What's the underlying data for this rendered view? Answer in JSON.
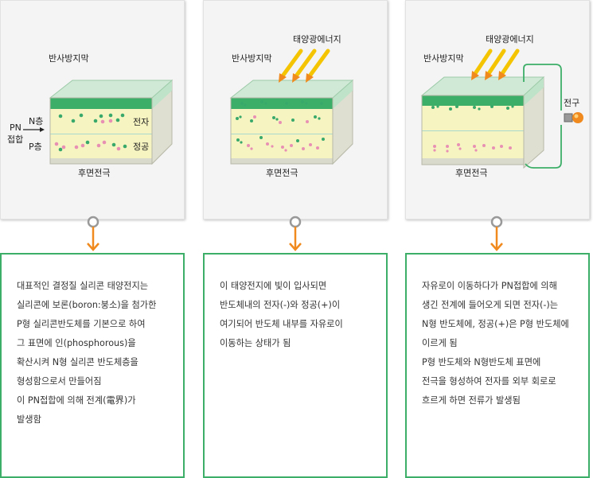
{
  "panels": [
    {
      "ar_coating": "반사방지막",
      "back_electrode": "후면전극",
      "pn_label_line1": "PN",
      "pn_label_line2": "접합",
      "n_layer": "N층",
      "p_layer": "P층",
      "electron": "전자",
      "hole": "정공",
      "description": [
        "대표적인 결정질 실리콘 태양전지는",
        "실리콘에 보론(boron:붕소)을 첨가한",
        "P형 실리콘반도체를 기본으로 하여",
        "그 표면에 인(phosphorous)을",
        "확산시켜 N형 실리콘 반도체층을",
        "형성함으로서 만들어짐",
        "이 PN접합에 의해 전계(電界)가",
        "발생함"
      ]
    },
    {
      "solar_energy": "태양광에너지",
      "ar_coating": "반사방지막",
      "back_electrode": "후면전극",
      "description": [
        "이 태양전지에 빛이 입사되면",
        "반도체내의 전자(-)와 정공(+)이",
        "여기되어 반도체 내부를 자유로이",
        "이동하는 상태가 됨"
      ]
    },
    {
      "solar_energy": "태양광에너지",
      "ar_coating": "반사방지막",
      "back_electrode": "후면전극",
      "bulb": "전구",
      "description": [
        "자유로이 이동하다가 PN접합에 의해",
        "생긴 전계에 들어오게 되면 전자(-)는",
        "N형 반도체에, 정공(+)은 P형 반도체에",
        "이르게 됨",
        "P형 반도체와 N형반도체 표면에",
        "전극을 형성하여 전자를 외부 회로로",
        "흐르게 하면 전류가 발생됨"
      ]
    }
  ],
  "colors": {
    "accent_green": "#3cae68",
    "arrow_orange": "#f08a1e",
    "sunlight_yellow": "#f5c400",
    "layer_fill": "#f6f4c0",
    "electron_green": "#39a96b",
    "hole_pink": "#e890b4"
  }
}
